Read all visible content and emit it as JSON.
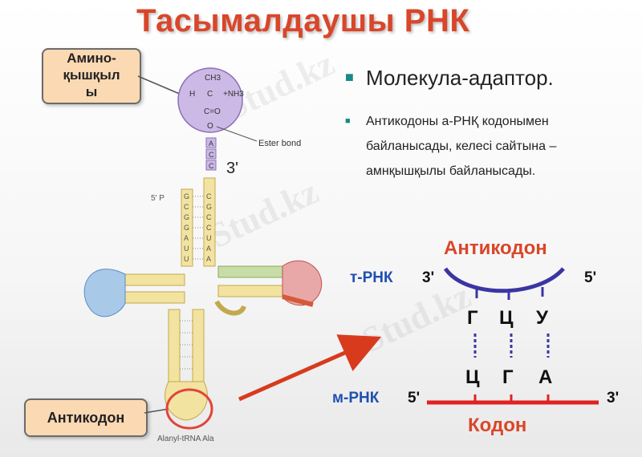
{
  "title": "Тасымалдаушы РНК",
  "watermark": "Stud.kz",
  "callouts": {
    "amino_acid": [
      "Амино-",
      "қышқыл",
      "ы"
    ],
    "anticodon": "Антикодон"
  },
  "bullets": {
    "item1": "Молекула-адаптор.",
    "item2": "Антикодоны а-РНҚ кодонымен байланысады, келесі сайтына – амнқышқылы байланысады."
  },
  "trna_figure": {
    "aa_group": {
      "ch3": "CH3",
      "h": "H",
      "c": "C",
      "nh3": "+NH3",
      "o": "O",
      "cdouble": "C=O"
    },
    "ester_bond": "Ester bond",
    "three_prime": "3'",
    "five_prime_p": "5' P",
    "acceptor_stem_left": [
      "G",
      "C",
      "G",
      "G",
      "A",
      "U",
      "U"
    ],
    "acceptor_stem_right": [
      "C",
      "G",
      "C",
      "C",
      "U",
      "A",
      "A"
    ],
    "acceptor_end": [
      "A",
      "C",
      "C"
    ],
    "caption": "Alanyl-tRNA Ala"
  },
  "codon_diagram": {
    "anticodon_label": "Антикодон",
    "codon_label": "Кодон",
    "trna_label": "т-РНК",
    "mrna_label": "м-РНК",
    "trna_3": "3'",
    "trna_5": "5'",
    "mrna_5": "5'",
    "mrna_3": "3'",
    "anticodon_bases": [
      "Г",
      "Ц",
      "У"
    ],
    "codon_bases": [
      "Ц",
      "Г",
      "А"
    ]
  },
  "colors": {
    "title": "#d9462a",
    "callout_fill": "#fbd9b3",
    "trna_line": "#3b35a3",
    "mrna_line": "#e02222",
    "anticodon_text": "#d9462a",
    "blue_label": "#1f4fb0",
    "arrow": "#d83a1e",
    "stem_yellow": "#f3e3a0",
    "loop_blue": "#a9c9e8",
    "loop_green": "#c7dca6",
    "loop_pink": "#e8a8a8",
    "aa_circle": "#cdb9e6"
  }
}
